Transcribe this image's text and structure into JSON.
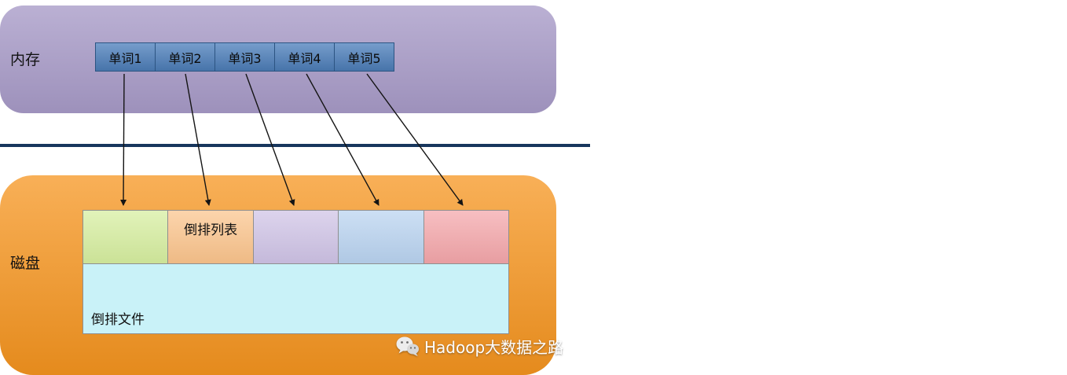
{
  "memory": {
    "label": "内存",
    "region_color": "#a79ac7",
    "box_color": "#4f81bd",
    "words": [
      "单词1",
      "单词2",
      "单词3",
      "单词4",
      "单词5"
    ]
  },
  "divider_color": "#17365d",
  "disk": {
    "label": "磁盘",
    "region_color": "#f6951f",
    "blocks": [
      {
        "label": "",
        "color": "#d6ee9f"
      },
      {
        "label": "倒排列表",
        "color": "#fbc48c"
      },
      {
        "label": "",
        "color": "#cfc3e6"
      },
      {
        "label": "",
        "color": "#b9d3f0"
      },
      {
        "label": "",
        "color": "#f4a6aa"
      }
    ],
    "file": {
      "label": "倒排文件",
      "color": "#c9f2f8"
    }
  },
  "arrows": [
    {
      "from": "单词1",
      "to": "disk-block-1"
    },
    {
      "from": "单词2",
      "to": "disk-block-2"
    },
    {
      "from": "单词3",
      "to": "disk-block-3"
    },
    {
      "from": "单词4",
      "to": "disk-block-4"
    },
    {
      "from": "单词5",
      "to": "disk-block-5"
    }
  ],
  "watermark": {
    "icon": "wechat-icon",
    "text": "Hadoop大数据之路"
  }
}
